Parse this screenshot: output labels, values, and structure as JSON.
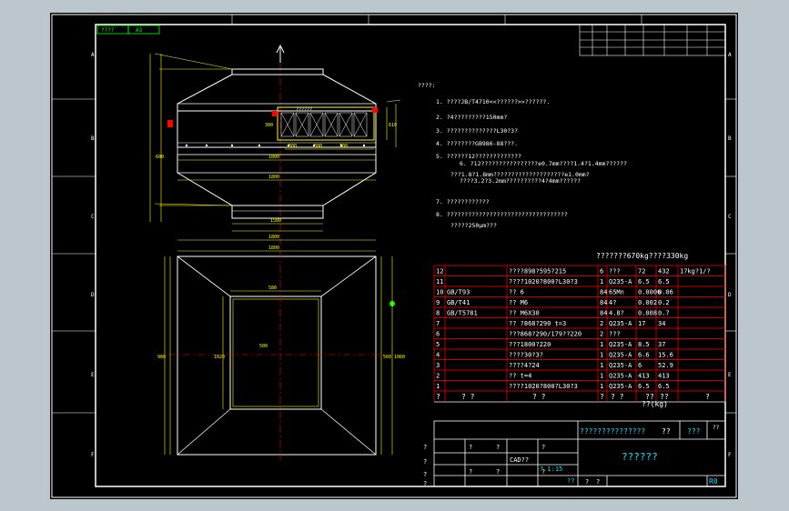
{
  "tag_boxes": [
    "????",
    "A3"
  ],
  "border_letters": [
    "A",
    "B",
    "C",
    "D",
    "E",
    "F"
  ],
  "notes": {
    "heading": "????:",
    "lines": [
      "1. ????JB/T4710<<??????>>??????.",
      "2. ?4?????????150mm?",
      "3. ??????????????L30?3?",
      "4. ????????GB986-88???.",
      "5. ??????12?????????????",
      "6. ?12????????????????e0.7mm????1.4?1.4mm??????",
      "???1.8?1.8mm????????????????????e1.0mm?",
      "????3.2?3.2mm??????????4?4mm??????",
      "7. ????????????",
      "8. ??????????????????????????????????",
      "?????250μm???"
    ]
  },
  "weight_line": "???????670kg????330kg",
  "bom_rows": [
    [
      "12",
      "",
      "????898?595?215",
      "6",
      "???",
      "72",
      "432",
      "17kg?1/?"
    ],
    [
      "11",
      "",
      "????1020?800?L30?3",
      "1",
      "Q235-A",
      "6.5",
      "6.5",
      ""
    ],
    [
      "10",
      "GB/T93",
      "?? 6",
      "84",
      "65Mn",
      "0.0006",
      "0.06",
      ""
    ],
    [
      "9",
      "GB/T41",
      "?? M6",
      "84",
      "4?",
      "0.002",
      "0.2",
      ""
    ],
    [
      "8",
      "GB/T5781",
      "?? M6X30",
      "84",
      "4.8?",
      "0.008",
      "0.7",
      ""
    ],
    [
      "7",
      "",
      "?? ?868?290   t=3",
      "2",
      "Q235-A",
      "17",
      "34",
      ""
    ],
    [
      "6",
      "",
      "???868?290/179??220",
      "2",
      "???",
      "",
      "",
      ""
    ],
    [
      "5",
      "",
      "???1800?220",
      "1",
      "Q235-A",
      "8.5",
      "37",
      ""
    ],
    [
      "4",
      "",
      "????30?3?",
      "1",
      "Q235-A",
      "6.6",
      "15.6",
      ""
    ],
    [
      "3",
      "",
      "????4?24",
      "1",
      "Q235-A",
      "6",
      "52.9",
      ""
    ],
    [
      "2",
      "",
      "?? t=4",
      "1",
      "Q235-A",
      "413",
      "413",
      ""
    ],
    [
      "1",
      "",
      "????1020?800?L30?3",
      "1",
      "Q235-A",
      "6.5",
      "6.5",
      ""
    ]
  ],
  "bom_header": [
    "?",
    "? ?",
    "? ?",
    "?",
    "? ?",
    "??",
    "??",
    "?"
  ],
  "bom_header_total": "??(kg)",
  "title_block": {
    "company": "???????????????",
    "col_a": "??",
    "col_b": "???",
    "col_c": "??",
    "drawing_name": "??????",
    "software": "CAD??",
    "scale": "? 1:15",
    "sheet": "??",
    "rev": "R0",
    "marks": [
      "?",
      "?",
      "?",
      "?",
      "?",
      "?",
      "?",
      "?",
      "?",
      "?",
      "?",
      "?"
    ]
  },
  "dims_top": [
    "1800",
    "1800",
    "1580",
    "1800",
    "300",
    "300",
    "300",
    "300",
    "610",
    "600"
  ],
  "dims_bottom": [
    "1800",
    "580",
    "500",
    "1020",
    "560",
    "980",
    "1060"
  ],
  "colors": {
    "paper": "#000000",
    "outline": "#ffffff",
    "dimension": "#ffff00",
    "table_line": "#ff0000",
    "cyan": "#00e5ff",
    "green": "#00ff00",
    "magenta": "#ff00ff"
  }
}
